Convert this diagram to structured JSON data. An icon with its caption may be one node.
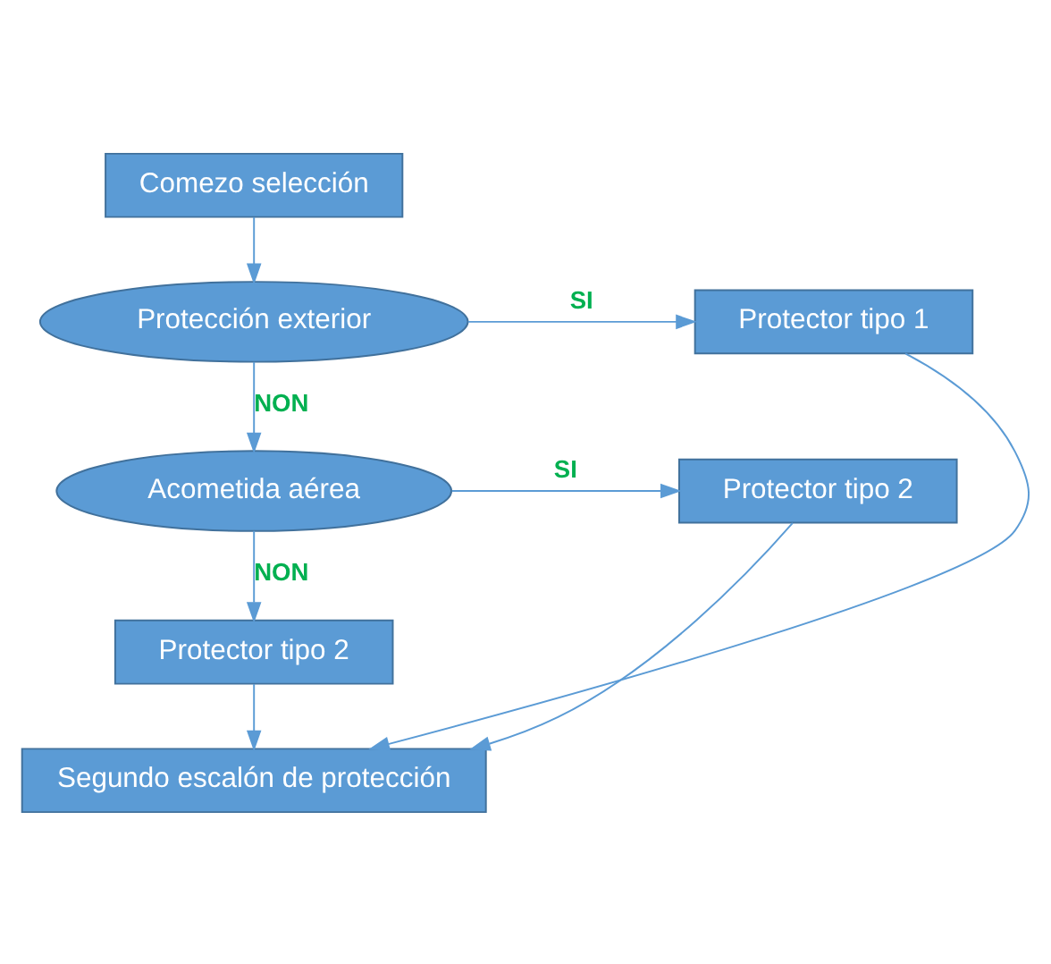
{
  "diagram": {
    "nodes": [
      {
        "text": [
          "Comezo selección"
        ]
      },
      {
        "text": [
          "Protección exterior"
        ]
      },
      {
        "text": [
          "Protector tipo 1"
        ]
      },
      {
        "text": [
          "Acometida aérea"
        ]
      },
      {
        "text": [
          "Protector tipo 2"
        ]
      },
      {
        "text": [
          "Protector tipo 2"
        ]
      },
      {
        "text": [
          "Segundo escalón de protección"
        ]
      }
    ],
    "edges": [
      {
        "from": 0,
        "to": 1,
        "arrow": "to"
      },
      {
        "from": 1,
        "to": 2,
        "arrow": "to",
        "label": "SI"
      },
      {
        "from": 1,
        "to": 3,
        "arrow": "to",
        "label": "NON"
      },
      {
        "from": 3,
        "to": 4,
        "arrow": "to",
        "label": "SI"
      },
      {
        "from": 3,
        "to": 5,
        "arrow": "to",
        "label": "NON"
      },
      {
        "from": 5,
        "to": 6,
        "arrow": "to"
      },
      {
        "from": 2,
        "to": 6,
        "arrow": "to"
      },
      {
        "from": 4,
        "to": 6,
        "arrow": "to"
      }
    ]
  }
}
